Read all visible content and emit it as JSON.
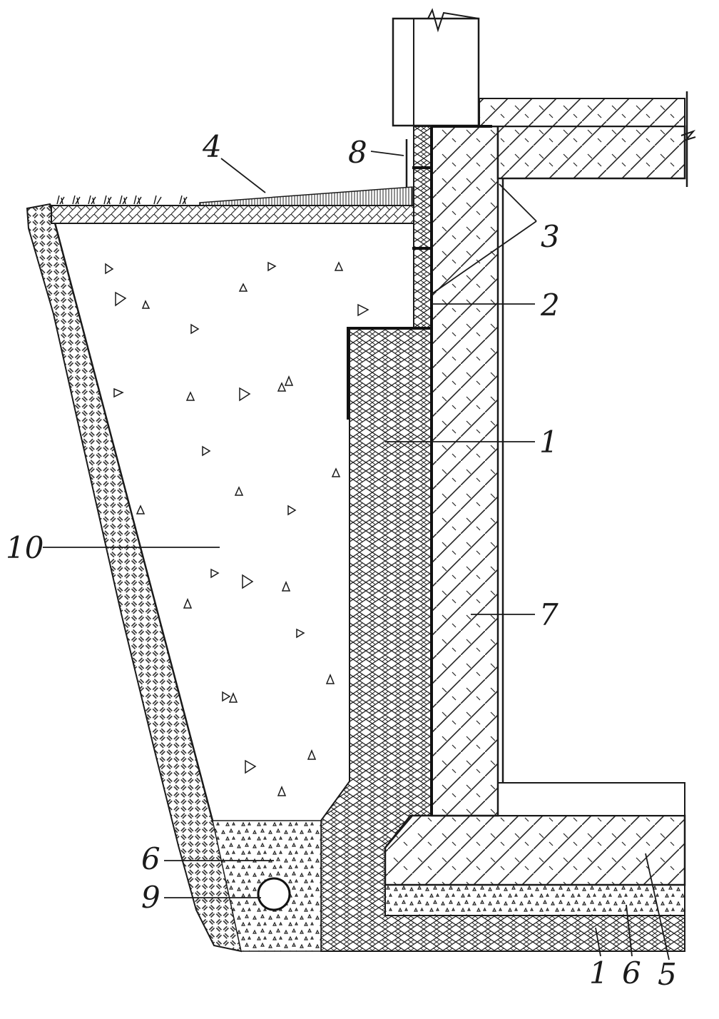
{
  "labels": {
    "l1": "1",
    "l2": "2",
    "l3": "3",
    "l4": "4",
    "l5": "5",
    "l6": "6",
    "l7": "7",
    "l8": "8",
    "l9": "9",
    "l10": "10",
    "l1_bottom": "1",
    "l6_bottom": "6",
    "l5_bottom": "5"
  }
}
